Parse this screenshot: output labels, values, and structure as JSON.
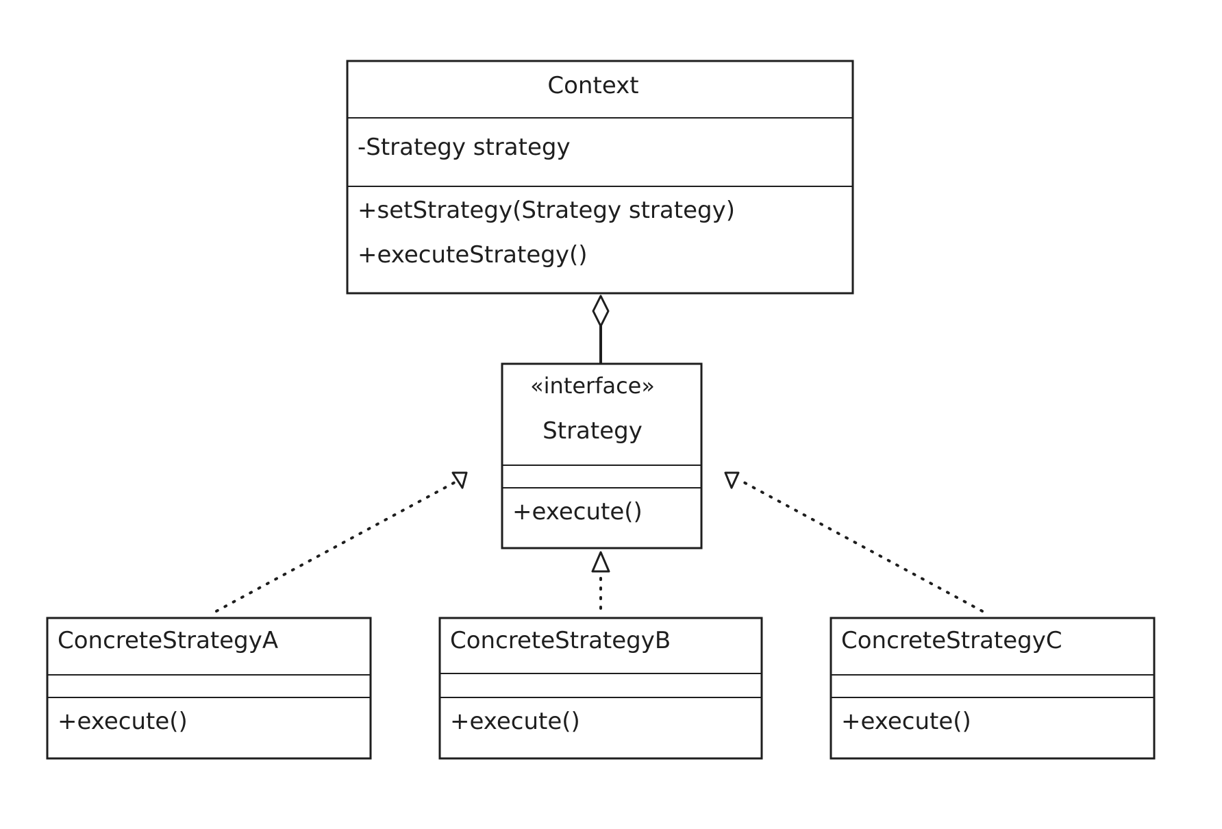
{
  "diagram": {
    "colors": {
      "stroke": "#1e1e1e",
      "fill": "#ffffff",
      "background": "#ffffff"
    },
    "context": {
      "name": "Context",
      "attributes": [
        "-Strategy strategy"
      ],
      "methods": [
        "+setStrategy(Strategy strategy)",
        "+executeStrategy()"
      ]
    },
    "strategy": {
      "stereotype": "«interface»",
      "name": "Strategy",
      "attributes": [],
      "methods": [
        "+execute()"
      ]
    },
    "concrete_a": {
      "name": "ConcreteStrategyA",
      "attributes": [],
      "methods": [
        "+execute()"
      ]
    },
    "concrete_b": {
      "name": "ConcreteStrategyB",
      "attributes": [],
      "methods": [
        "+execute()"
      ]
    },
    "concrete_c": {
      "name": "ConcreteStrategyC",
      "attributes": [],
      "methods": [
        "+execute()"
      ]
    },
    "relationships": [
      {
        "type": "aggregation",
        "from": "Context",
        "to": "Strategy"
      },
      {
        "type": "realization",
        "from": "ConcreteStrategyA",
        "to": "Strategy"
      },
      {
        "type": "realization",
        "from": "ConcreteStrategyB",
        "to": "Strategy"
      },
      {
        "type": "realization",
        "from": "ConcreteStrategyC",
        "to": "Strategy"
      }
    ]
  }
}
